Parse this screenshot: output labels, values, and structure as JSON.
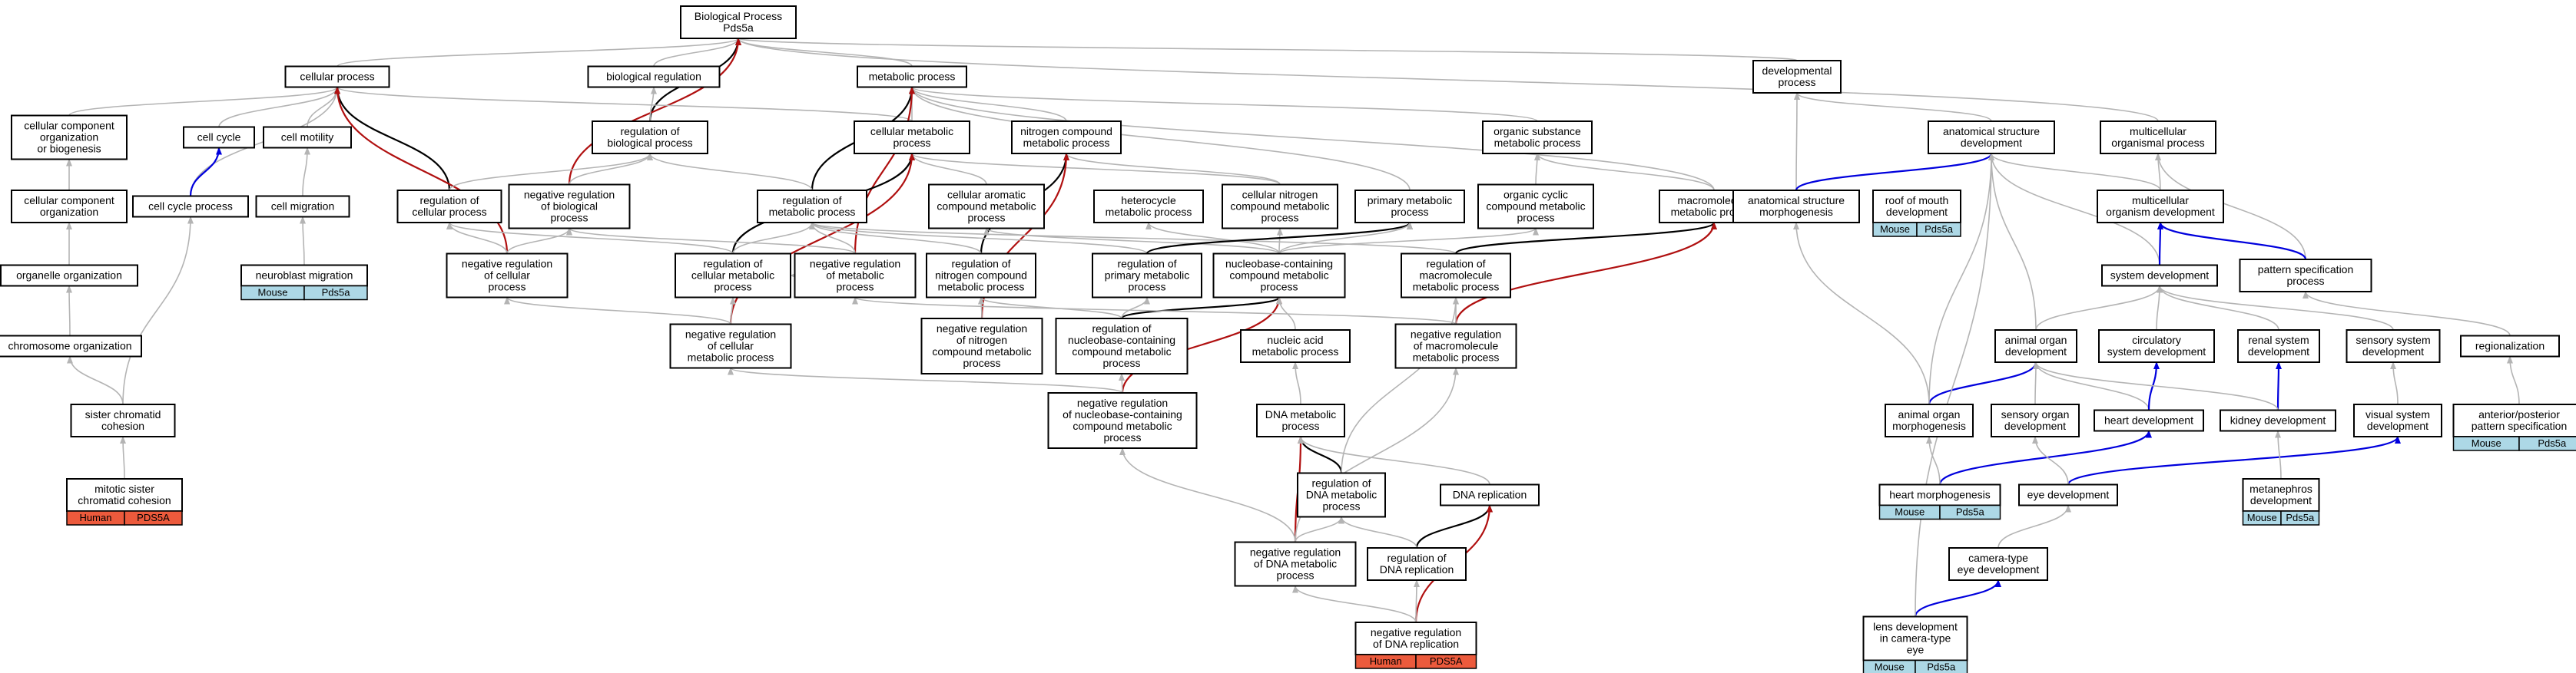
{
  "colors": {
    "is_a": "#b4b4b4",
    "part_of": "#000000",
    "regulates": "#0000dd",
    "negatively_regulates": "#b01010",
    "badge_mouse": "#add8e6",
    "badge_human": "#ec5a3c"
  },
  "nodes": [
    {
      "id": "bp",
      "lines": [
        "Biological Process",
        "Pds5a"
      ]
    },
    {
      "id": "cp",
      "lines": [
        "cellular process"
      ]
    },
    {
      "id": "breg",
      "lines": [
        "biological regulation"
      ]
    },
    {
      "id": "mp",
      "lines": [
        "metabolic process"
      ]
    },
    {
      "id": "devp",
      "lines": [
        "developmental",
        "process"
      ]
    },
    {
      "id": "ccob",
      "lines": [
        "cellular component",
        "organization",
        "or biogenesis"
      ]
    },
    {
      "id": "cc",
      "lines": [
        "cell cycle"
      ]
    },
    {
      "id": "cm",
      "lines": [
        "cell motility"
      ]
    },
    {
      "id": "rbp",
      "lines": [
        "regulation of",
        "biological process"
      ]
    },
    {
      "id": "cmp",
      "lines": [
        "cellular metabolic",
        "process"
      ]
    },
    {
      "id": "ncmp",
      "lines": [
        "nitrogen compound",
        "metabolic process"
      ]
    },
    {
      "id": "osmp",
      "lines": [
        "organic substance",
        "metabolic process"
      ]
    },
    {
      "id": "asd",
      "lines": [
        "anatomical structure",
        "development"
      ]
    },
    {
      "id": "mop",
      "lines": [
        "multicellular",
        "organismal process"
      ]
    },
    {
      "id": "cco",
      "lines": [
        "cellular component",
        "organization"
      ]
    },
    {
      "id": "ccp",
      "lines": [
        "cell cycle process"
      ]
    },
    {
      "id": "cmig",
      "lines": [
        "cell migration"
      ]
    },
    {
      "id": "rcp",
      "lines": [
        "regulation of",
        "cellular process"
      ]
    },
    {
      "id": "nrbp",
      "lines": [
        "negative regulation",
        "of biological",
        "process"
      ]
    },
    {
      "id": "rmp",
      "lines": [
        "regulation of",
        "metabolic process"
      ]
    },
    {
      "id": "camp",
      "lines": [
        "cellular aromatic",
        "compound metabolic",
        "process"
      ]
    },
    {
      "id": "hmp",
      "lines": [
        "heterocycle",
        "metabolic process"
      ]
    },
    {
      "id": "cnmp",
      "lines": [
        "cellular nitrogen",
        "compound metabolic",
        "process"
      ]
    },
    {
      "id": "pmp",
      "lines": [
        "primary metabolic",
        "process"
      ]
    },
    {
      "id": "occmp",
      "lines": [
        "organic cyclic",
        "compound metabolic",
        "process"
      ]
    },
    {
      "id": "macmp",
      "lines": [
        "macromolecule",
        "metabolic process"
      ]
    },
    {
      "id": "asm",
      "lines": [
        "anatomical structure",
        "morphogenesis"
      ]
    },
    {
      "id": "rmd",
      "lines": [
        "roof of mouth",
        "development"
      ],
      "badge": [
        "Mouse",
        "Pds5a"
      ],
      "badge_color": "mouse"
    },
    {
      "id": "mod",
      "lines": [
        "multicellular",
        "organism development"
      ]
    },
    {
      "id": "oo",
      "lines": [
        "organelle organization"
      ]
    },
    {
      "id": "nm",
      "lines": [
        "neuroblast migration"
      ],
      "badge": [
        "Mouse",
        "Pds5a"
      ],
      "badge_color": "mouse"
    },
    {
      "id": "nrcp",
      "lines": [
        "negative regulation",
        "of cellular",
        "process"
      ]
    },
    {
      "id": "rcmp",
      "lines": [
        "regulation of",
        "cellular metabolic",
        "process"
      ]
    },
    {
      "id": "nrmp",
      "lines": [
        "negative regulation",
        "of metabolic",
        "process"
      ]
    },
    {
      "id": "rncmp",
      "lines": [
        "regulation of",
        "nitrogen compound",
        "metabolic process"
      ]
    },
    {
      "id": "rpmp",
      "lines": [
        "regulation of",
        "primary metabolic",
        "process"
      ]
    },
    {
      "id": "nbcmp",
      "lines": [
        "nucleobase-containing",
        "compound metabolic",
        "process"
      ]
    },
    {
      "id": "rmacmp",
      "lines": [
        "regulation of",
        "macromolecule",
        "metabolic process"
      ]
    },
    {
      "id": "sd",
      "lines": [
        "system development"
      ]
    },
    {
      "id": "psp",
      "lines": [
        "pattern specification",
        "process"
      ]
    },
    {
      "id": "co",
      "lines": [
        "chromosome organization"
      ]
    },
    {
      "id": "nrcmp",
      "lines": [
        "negative regulation",
        "of cellular",
        "metabolic process"
      ]
    },
    {
      "id": "nrncmp",
      "lines": [
        "negative regulation",
        "of nitrogen",
        "compound metabolic",
        "process"
      ]
    },
    {
      "id": "rnbcmp",
      "lines": [
        "regulation of",
        "nucleobase-containing",
        "compound metabolic",
        "process"
      ]
    },
    {
      "id": "namp",
      "lines": [
        "nucleic acid",
        "metabolic process"
      ]
    },
    {
      "id": "nrmacmp",
      "lines": [
        "negative regulation",
        "of macromolecule",
        "metabolic process"
      ]
    },
    {
      "id": "aod",
      "lines": [
        "animal organ",
        "development"
      ]
    },
    {
      "id": "csd",
      "lines": [
        "circulatory",
        "system development"
      ]
    },
    {
      "id": "rsd",
      "lines": [
        "renal system",
        "development"
      ]
    },
    {
      "id": "ssd",
      "lines": [
        "sensory system",
        "development"
      ]
    },
    {
      "id": "reg",
      "lines": [
        "regionalization"
      ]
    },
    {
      "id": "scc",
      "lines": [
        "sister chromatid",
        "cohesion"
      ]
    },
    {
      "id": "nrnbcmp",
      "lines": [
        "negative regulation",
        "of nucleobase-containing",
        "compound metabolic",
        "process"
      ]
    },
    {
      "id": "dnamp",
      "lines": [
        "DNA metabolic",
        "process"
      ]
    },
    {
      "id": "aom",
      "lines": [
        "animal organ",
        "morphogenesis"
      ]
    },
    {
      "id": "sod",
      "lines": [
        "sensory organ",
        "development"
      ]
    },
    {
      "id": "hd",
      "lines": [
        "heart development"
      ]
    },
    {
      "id": "kd",
      "lines": [
        "kidney development"
      ]
    },
    {
      "id": "vsd",
      "lines": [
        "visual system",
        "development"
      ]
    },
    {
      "id": "apps",
      "lines": [
        "anterior/posterior",
        "pattern specification"
      ],
      "badge": [
        "Mouse",
        "Pds5a"
      ],
      "badge_color": "mouse"
    },
    {
      "id": "rdnamp",
      "lines": [
        "regulation of",
        "DNA metabolic",
        "process"
      ]
    },
    {
      "id": "dnar",
      "lines": [
        "DNA replication"
      ]
    },
    {
      "id": "mscc",
      "lines": [
        "mitotic sister",
        "chromatid cohesion"
      ],
      "badge": [
        "Human",
        "PDS5A"
      ],
      "badge_color": "human"
    },
    {
      "id": "hm",
      "lines": [
        "heart morphogenesis"
      ],
      "badge": [
        "Mouse",
        "Pds5a"
      ],
      "badge_color": "mouse"
    },
    {
      "id": "ed",
      "lines": [
        "eye development"
      ]
    },
    {
      "id": "md",
      "lines": [
        "metanephros",
        "development"
      ],
      "badge": [
        "Mouse",
        "Pds5a"
      ],
      "badge_color": "mouse"
    },
    {
      "id": "nrdnamp",
      "lines": [
        "negative regulation",
        "of DNA metabolic",
        "process"
      ]
    },
    {
      "id": "rdnar",
      "lines": [
        "regulation of",
        "DNA replication"
      ]
    },
    {
      "id": "cted",
      "lines": [
        "camera-type",
        "eye development"
      ]
    },
    {
      "id": "nrdnar",
      "lines": [
        "negative regulation",
        "of DNA replication"
      ],
      "badge": [
        "Human",
        "PDS5A"
      ],
      "badge_color": "human"
    },
    {
      "id": "ldcte",
      "lines": [
        "lens development",
        "in camera-type",
        "eye"
      ],
      "badge": [
        "Mouse",
        "Pds5a"
      ],
      "badge_color": "mouse"
    }
  ],
  "edges": [
    {
      "from": "cp",
      "to": "bp",
      "type": "is_a"
    },
    {
      "from": "breg",
      "to": "bp",
      "type": "is_a"
    },
    {
      "from": "mp",
      "to": "bp",
      "type": "is_a"
    },
    {
      "from": "devp",
      "to": "bp",
      "type": "is_a"
    },
    {
      "from": "mop",
      "to": "bp",
      "type": "is_a"
    },
    {
      "from": "rbp",
      "to": "bp",
      "type": "part_of"
    },
    {
      "from": "nrbp",
      "to": "bp",
      "type": "negatively_regulates"
    },
    {
      "from": "ccob",
      "to": "cp",
      "type": "is_a"
    },
    {
      "from": "cc",
      "to": "cp",
      "type": "is_a"
    },
    {
      "from": "cm",
      "to": "cp",
      "type": "is_a"
    },
    {
      "from": "ccp",
      "to": "cp",
      "type": "is_a"
    },
    {
      "from": "cmp",
      "to": "cp",
      "type": "is_a"
    },
    {
      "from": "rcp",
      "to": "cp",
      "type": "part_of"
    },
    {
      "from": "nrcp",
      "to": "cp",
      "type": "negatively_regulates"
    },
    {
      "from": "rbp",
      "to": "breg",
      "type": "is_a"
    },
    {
      "from": "cmp",
      "to": "mp",
      "type": "is_a"
    },
    {
      "from": "ncmp",
      "to": "mp",
      "type": "is_a"
    },
    {
      "from": "osmp",
      "to": "mp",
      "type": "is_a"
    },
    {
      "from": "pmp",
      "to": "mp",
      "type": "is_a"
    },
    {
      "from": "macmp",
      "to": "mp",
      "type": "is_a"
    },
    {
      "from": "rmp",
      "to": "mp",
      "type": "part_of"
    },
    {
      "from": "nrmp",
      "to": "mp",
      "type": "negatively_regulates"
    },
    {
      "from": "asd",
      "to": "devp",
      "type": "is_a"
    },
    {
      "from": "asm",
      "to": "devp",
      "type": "is_a"
    },
    {
      "from": "cco",
      "to": "ccob",
      "type": "is_a"
    },
    {
      "from": "ccp",
      "to": "cc",
      "type": "regulates"
    },
    {
      "from": "cmig",
      "to": "cm",
      "type": "is_a"
    },
    {
      "from": "rcp",
      "to": "rbp",
      "type": "is_a"
    },
    {
      "from": "nrbp",
      "to": "rbp",
      "type": "is_a"
    },
    {
      "from": "rmp",
      "to": "rbp",
      "type": "is_a"
    },
    {
      "from": "camp",
      "to": "cmp",
      "type": "is_a"
    },
    {
      "from": "cnmp",
      "to": "cmp",
      "type": "is_a"
    },
    {
      "from": "rcmp",
      "to": "cmp",
      "type": "part_of"
    },
    {
      "from": "nrcmp",
      "to": "cmp",
      "type": "negatively_regulates"
    },
    {
      "from": "cnmp",
      "to": "ncmp",
      "type": "is_a"
    },
    {
      "from": "rncmp",
      "to": "ncmp",
      "type": "part_of"
    },
    {
      "from": "nrncmp",
      "to": "ncmp",
      "type": "negatively_regulates"
    },
    {
      "from": "occmp",
      "to": "osmp",
      "type": "is_a"
    },
    {
      "from": "macmp",
      "to": "osmp",
      "type": "is_a"
    },
    {
      "from": "asm",
      "to": "asd",
      "type": "regulates"
    },
    {
      "from": "mod",
      "to": "asd",
      "type": "is_a"
    },
    {
      "from": "sd",
      "to": "asd",
      "type": "is_a"
    },
    {
      "from": "aod",
      "to": "asd",
      "type": "is_a"
    },
    {
      "from": "aom",
      "to": "asd",
      "type": "is_a"
    },
    {
      "from": "mod",
      "to": "mop",
      "type": "is_a"
    },
    {
      "from": "psp",
      "to": "mop",
      "type": "is_a"
    },
    {
      "from": "oo",
      "to": "cco",
      "type": "is_a"
    },
    {
      "from": "co",
      "to": "oo",
      "type": "is_a"
    },
    {
      "from": "scc",
      "to": "ccp",
      "type": "is_a"
    },
    {
      "from": "nm",
      "to": "cmig",
      "type": "is_a"
    },
    {
      "from": "nrcp",
      "to": "rcp",
      "type": "is_a"
    },
    {
      "from": "rcmp",
      "to": "rcp",
      "type": "is_a"
    },
    {
      "from": "nrcp",
      "to": "nrbp",
      "type": "is_a"
    },
    {
      "from": "nrmp",
      "to": "nrbp",
      "type": "is_a"
    },
    {
      "from": "rcmp",
      "to": "rmp",
      "type": "is_a"
    },
    {
      "from": "nrmp",
      "to": "rmp",
      "type": "is_a"
    },
    {
      "from": "rncmp",
      "to": "rmp",
      "type": "is_a"
    },
    {
      "from": "rpmp",
      "to": "rmp",
      "type": "is_a"
    },
    {
      "from": "rmacmp",
      "to": "rmp",
      "type": "is_a"
    },
    {
      "from": "nbcmp",
      "to": "camp",
      "type": "is_a"
    },
    {
      "from": "nbcmp",
      "to": "hmp",
      "type": "is_a"
    },
    {
      "from": "nbcmp",
      "to": "cnmp",
      "type": "is_a"
    },
    {
      "from": "rpmp",
      "to": "pmp",
      "type": "part_of"
    },
    {
      "from": "nbcmp",
      "to": "pmp",
      "type": "is_a"
    },
    {
      "from": "nbcmp",
      "to": "occmp",
      "type": "is_a"
    },
    {
      "from": "rmacmp",
      "to": "macmp",
      "type": "part_of"
    },
    {
      "from": "nrmacmp",
      "to": "macmp",
      "type": "negatively_regulates"
    },
    {
      "from": "sd",
      "to": "mod",
      "type": "regulates"
    },
    {
      "from": "psp",
      "to": "mod",
      "type": "regulates"
    },
    {
      "from": "scc",
      "to": "co",
      "type": "is_a"
    },
    {
      "from": "nrcmp",
      "to": "rcmp",
      "type": "is_a"
    },
    {
      "from": "nrcmp",
      "to": "nrcp",
      "type": "is_a"
    },
    {
      "from": "nrmp",
      "to": "rcmp",
      "type": "is_a"
    },
    {
      "from": "nrncmp",
      "to": "rncmp",
      "type": "is_a"
    },
    {
      "from": "rnbcmp",
      "to": "rncmp",
      "type": "is_a"
    },
    {
      "from": "rnbcmp",
      "to": "nbcmp",
      "type": "part_of"
    },
    {
      "from": "nrnbcmp",
      "to": "nbcmp",
      "type": "negatively_regulates"
    },
    {
      "from": "namp",
      "to": "nbcmp",
      "type": "is_a"
    },
    {
      "from": "rnbcmp",
      "to": "rpmp",
      "type": "is_a"
    },
    {
      "from": "nrmacmp",
      "to": "rmacmp",
      "type": "is_a"
    },
    {
      "from": "nrmacmp",
      "to": "nrmp",
      "type": "is_a"
    },
    {
      "from": "csd",
      "to": "sd",
      "type": "is_a"
    },
    {
      "from": "rsd",
      "to": "sd",
      "type": "is_a"
    },
    {
      "from": "ssd",
      "to": "sd",
      "type": "is_a"
    },
    {
      "from": "aod",
      "to": "sd",
      "type": "is_a"
    },
    {
      "from": "reg",
      "to": "psp",
      "type": "is_a"
    },
    {
      "from": "mscc",
      "to": "scc",
      "type": "is_a"
    },
    {
      "from": "nrnbcmp",
      "to": "rnbcmp",
      "type": "is_a"
    },
    {
      "from": "nrnbcmp",
      "to": "nrcmp",
      "type": "is_a"
    },
    {
      "from": "dnamp",
      "to": "namp",
      "type": "is_a"
    },
    {
      "from": "rdnamp",
      "to": "dnamp",
      "type": "part_of"
    },
    {
      "from": "nrdnamp",
      "to": "dnamp",
      "type": "negatively_regulates"
    },
    {
      "from": "dnar",
      "to": "dnamp",
      "type": "is_a"
    },
    {
      "from": "rdnamp",
      "to": "rmacmp",
      "type": "is_a"
    },
    {
      "from": "nrdnamp",
      "to": "nrmacmp",
      "type": "is_a"
    },
    {
      "from": "nrdnamp",
      "to": "nrnbcmp",
      "type": "is_a"
    },
    {
      "from": "nrdnamp",
      "to": "rdnamp",
      "type": "is_a"
    },
    {
      "from": "rdnar",
      "to": "dnar",
      "type": "part_of"
    },
    {
      "from": "nrdnar",
      "to": "dnar",
      "type": "negatively_regulates"
    },
    {
      "from": "rdnar",
      "to": "rdnamp",
      "type": "is_a"
    },
    {
      "from": "nrdnar",
      "to": "rdnar",
      "type": "is_a"
    },
    {
      "from": "nrdnar",
      "to": "nrdnamp",
      "type": "is_a"
    },
    {
      "from": "aom",
      "to": "aod",
      "type": "regulates"
    },
    {
      "from": "aom",
      "to": "asm",
      "type": "is_a"
    },
    {
      "from": "hd",
      "to": "aod",
      "type": "is_a"
    },
    {
      "from": "sod",
      "to": "aod",
      "type": "is_a"
    },
    {
      "from": "hd",
      "to": "csd",
      "type": "regulates"
    },
    {
      "from": "kd",
      "to": "rsd",
      "type": "regulates"
    },
    {
      "from": "kd",
      "to": "aod",
      "type": "is_a"
    },
    {
      "from": "vsd",
      "to": "ssd",
      "type": "is_a"
    },
    {
      "from": "apps",
      "to": "reg",
      "type": "is_a"
    },
    {
      "from": "hm",
      "to": "hd",
      "type": "regulates"
    },
    {
      "from": "hm",
      "to": "aom",
      "type": "is_a"
    },
    {
      "from": "ed",
      "to": "vsd",
      "type": "regulates"
    },
    {
      "from": "ed",
      "to": "sod",
      "type": "is_a"
    },
    {
      "from": "md",
      "to": "kd",
      "type": "is_a"
    },
    {
      "from": "cted",
      "to": "ed",
      "type": "is_a"
    },
    {
      "from": "ldcte",
      "to": "cted",
      "type": "regulates"
    },
    {
      "from": "ldcte",
      "to": "asd",
      "type": "is_a"
    }
  ]
}
